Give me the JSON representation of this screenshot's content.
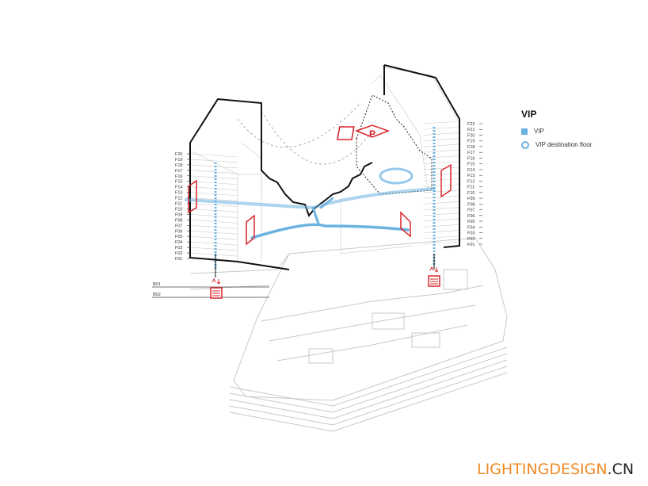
{
  "legend": {
    "title": "VIP",
    "items": [
      {
        "label": "VIP",
        "swatch": "square"
      },
      {
        "label": "VIP destination floor",
        "swatch": "ring"
      }
    ]
  },
  "floors": {
    "left_tower": [
      "F20",
      "F19",
      "F18",
      "F17",
      "F16",
      "F15",
      "F14",
      "F13",
      "F12",
      "F11",
      "F10",
      "F09",
      "F08",
      "F07",
      "F06",
      "F05",
      "F04",
      "F03",
      "F02",
      "F01"
    ],
    "right_tower": [
      "F22",
      "F21",
      "F20",
      "F19",
      "F18",
      "F17",
      "F16",
      "F15",
      "F14",
      "F13",
      "F12",
      "F11",
      "F10",
      "F09",
      "F08",
      "F07",
      "F06",
      "F05",
      "F04",
      "F03",
      "F02",
      "F01"
    ],
    "basement": [
      "B01",
      "B02"
    ]
  },
  "colors": {
    "vip": "#6ab2e0",
    "accent": "#d9262b",
    "outline": "#111111",
    "context": "#bdbdbd"
  },
  "icons": {
    "parking": "parking-sign-icon",
    "lift": "lift-icon",
    "entrance": "entrance-sign-icon"
  },
  "parking_letter": "P",
  "watermark": {
    "main": "LIGHTINGDESIGN",
    "ext": ".CN"
  }
}
